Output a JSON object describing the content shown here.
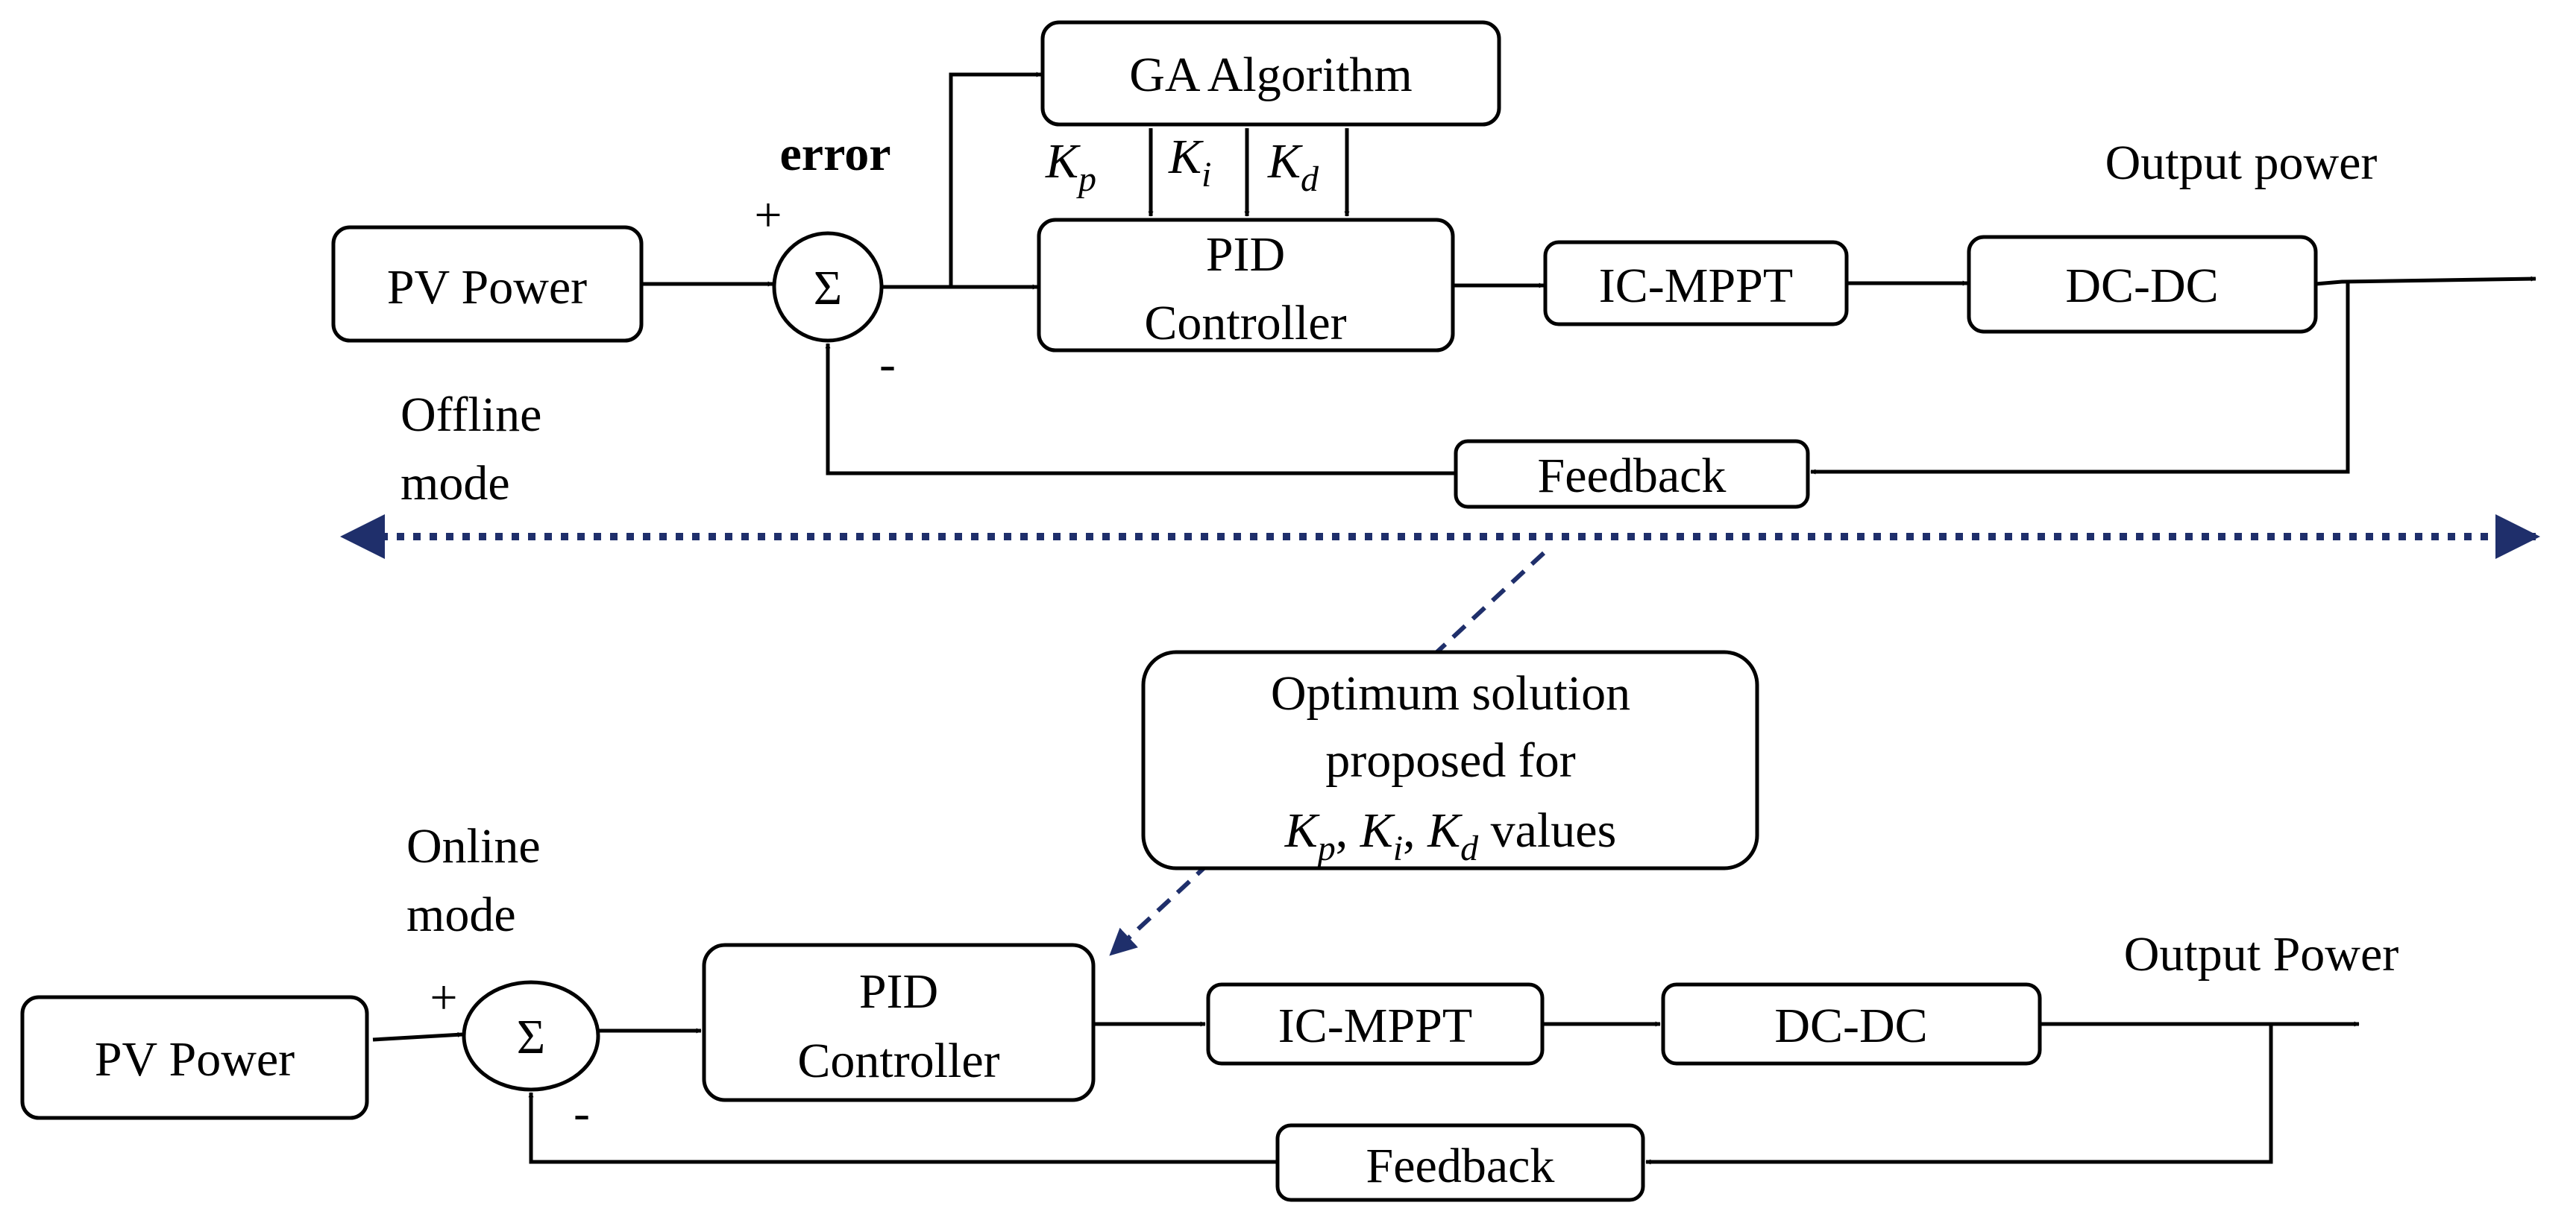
{
  "colors": {
    "line": "#000000",
    "dashed_link": "#1f2f6b",
    "background": "#ffffff"
  },
  "offline": {
    "pv_power": "PV Power",
    "error_label": "error",
    "plus": "+",
    "minus": "-",
    "sum_symbol": "Σ",
    "ga_algorithm": "GA Algorithm",
    "pid_line1": "PID",
    "pid_line2": "Controller",
    "ic_mppt": "IC-MPPT",
    "dc_dc": "DC-DC",
    "feedback": "Feedback",
    "output": "Output power",
    "mode_line1": "Offline",
    "mode_line2": "mode",
    "gains": [
      {
        "base": "K",
        "sub": "p"
      },
      {
        "base": "K",
        "sub": "i"
      },
      {
        "base": "K",
        "sub": "d"
      }
    ]
  },
  "optimum": {
    "line1": "Optimum solution",
    "line2": "proposed for",
    "gains": [
      {
        "base": "K",
        "sub": "p"
      },
      {
        "base": "K",
        "sub": "i"
      },
      {
        "base": "K",
        "sub": "d"
      }
    ],
    "suffix": "values"
  },
  "online": {
    "pv_power": "PV Power",
    "plus": "+",
    "minus": "-",
    "sum_symbol": "Σ",
    "pid_line1": "PID",
    "pid_line2": "Controller",
    "ic_mppt": "IC-MPPT",
    "dc_dc": "DC-DC",
    "feedback": "Feedback",
    "output": "Output Power",
    "mode_line1": "Online",
    "mode_line2": "mode"
  }
}
